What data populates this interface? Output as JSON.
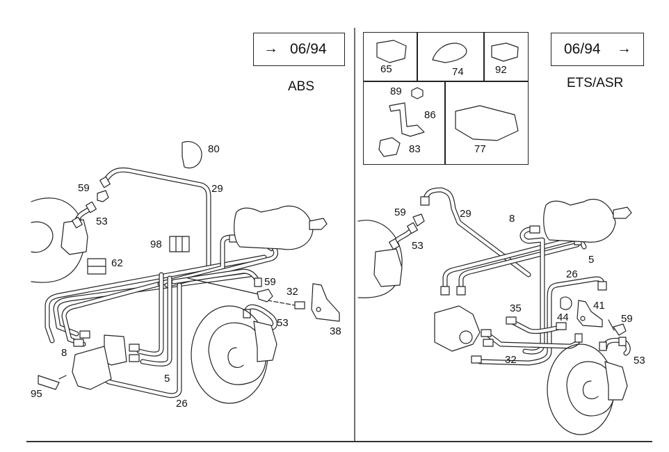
{
  "diagram": {
    "type": "brake line parts diagram",
    "left_panel": {
      "date_box": {
        "arrow": "→",
        "text": "06/94",
        "arrow_side": "left"
      },
      "system_label": "ABS",
      "part_callouts": [
        "80",
        "59",
        "29",
        "53",
        "98",
        "62",
        "59",
        "32",
        "53",
        "38",
        "8",
        "5",
        "95",
        "26"
      ]
    },
    "right_panel": {
      "date_box": {
        "arrow": "→",
        "text": "06/94",
        "arrow_side": "right"
      },
      "system_label": "ETS/ASR",
      "inset_parts": [
        "65",
        "74",
        "92",
        "89",
        "86",
        "83",
        "77"
      ],
      "part_callouts": [
        "59",
        "29",
        "8",
        "53",
        "5",
        "26",
        "35",
        "41",
        "44",
        "59",
        "53",
        "32"
      ]
    }
  }
}
